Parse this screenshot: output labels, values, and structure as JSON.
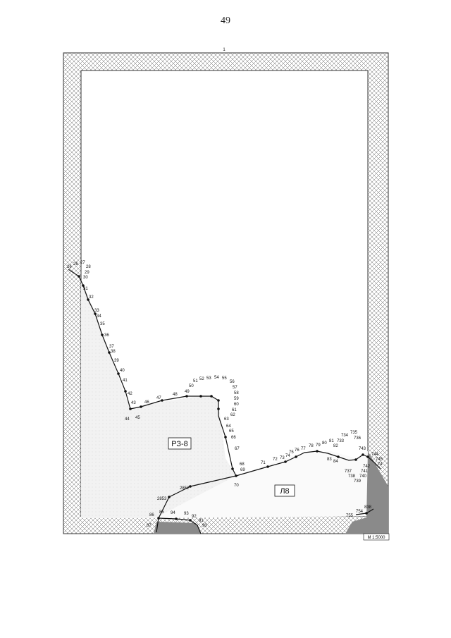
{
  "page": {
    "number": "49"
  },
  "map": {
    "top_mark": "1",
    "zones": [
      {
        "id": "zone-rz8",
        "label": "РЗ-8"
      },
      {
        "id": "zone-l8",
        "label": "Л8"
      }
    ],
    "point_labels": [
      "26",
      "27",
      "28",
      "29",
      "30",
      "31",
      "32",
      "33",
      "34",
      "35",
      "36",
      "37",
      "38",
      "39",
      "40",
      "41",
      "42",
      "43",
      "44",
      "45",
      "46",
      "47",
      "48",
      "49",
      "50",
      "51",
      "52",
      "53",
      "54",
      "55",
      "56",
      "57",
      "58",
      "59",
      "60",
      "61",
      "62",
      "63",
      "64",
      "65",
      "66",
      "67",
      "68",
      "69",
      "70",
      "71",
      "72",
      "73",
      "74",
      "75",
      "76",
      "77",
      "78",
      "79",
      "80",
      "81",
      "82",
      "83",
      "84",
      "733",
      "734",
      "735",
      "736",
      "737",
      "738",
      "739",
      "740",
      "741",
      "742",
      "743",
      "744",
      "745",
      "2852",
      "2853",
      "86",
      "85",
      "94",
      "93",
      "92",
      "91",
      "90",
      "87",
      "754",
      "755",
      "838"
    ],
    "scale": "М 1:5000",
    "colors": {
      "border_hatch": "#555555",
      "dark_fill": "#8a8a8a",
      "boundary": "#111111"
    }
  }
}
